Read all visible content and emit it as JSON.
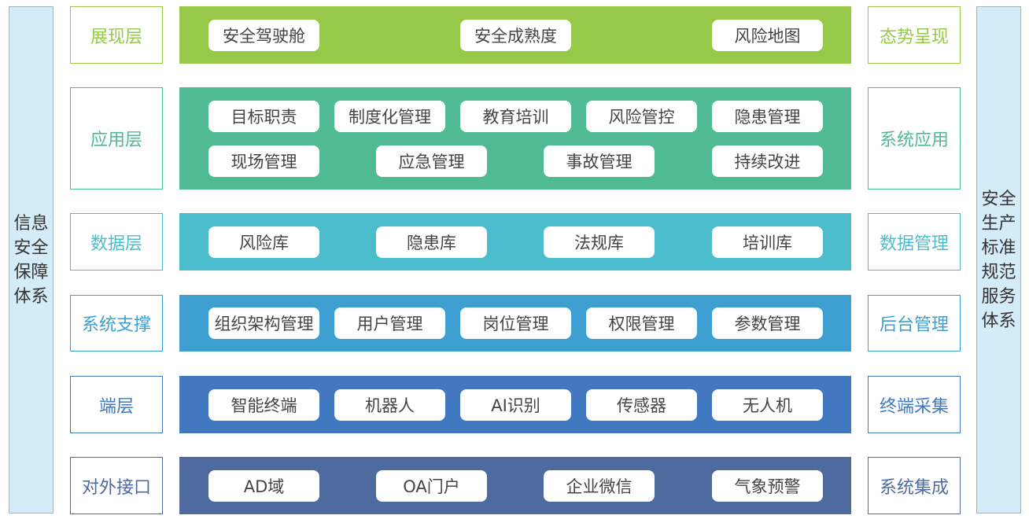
{
  "left_system": "信息安全保障体系",
  "right_system": "安全生产标准规范服务体系",
  "layers": [
    {
      "name": "展现层",
      "right": "态势呈现",
      "color": "#97c84a",
      "items": [
        "安全驾驶舱",
        "安全成熟度",
        "风险地图"
      ]
    },
    {
      "name": "应用层",
      "right": "系统应用",
      "color": "#4fba93",
      "items": [
        "目标职责",
        "制度化管理",
        "教育培训",
        "风险管控",
        "隐患管理",
        "现场管理",
        "应急管理",
        "事故管理",
        "持续改进"
      ]
    },
    {
      "name": "数据层",
      "right": "数据管理",
      "color": "#4bbccb",
      "items": [
        "风险库",
        "隐患库",
        "法规库",
        "培训库"
      ]
    },
    {
      "name": "系统支撑",
      "right": "后台管理",
      "color": "#3d9fd0",
      "items": [
        "组织架构管理",
        "用户管理",
        "岗位管理",
        "权限管理",
        "参数管理"
      ]
    },
    {
      "name": "端层",
      "right": "终端采集",
      "color": "#4178bf",
      "items": [
        "智能终端",
        "机器人",
        "AI识别",
        "传感器",
        "无人机"
      ]
    },
    {
      "name": "对外接口",
      "right": "系统集成",
      "color": "#4f6a9f",
      "items": [
        "AD域",
        "OA门户",
        "企业微信",
        "气象预警"
      ]
    }
  ]
}
